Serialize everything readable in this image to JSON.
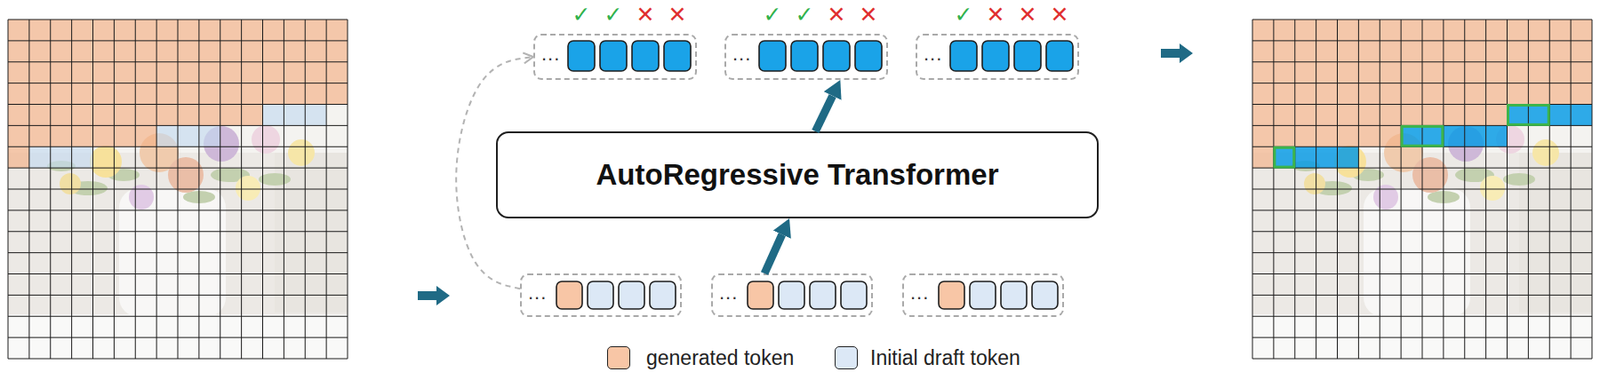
{
  "diagram": {
    "nodes": [
      {
        "text": [
          "..."
        ]
      },
      {
        "text": [
          "..."
        ]
      },
      {
        "text": [
          "..."
        ]
      },
      {
        "text": [
          "AutoRegressive Transformer"
        ]
      },
      {
        "text": [
          "..."
        ]
      },
      {
        "text": [
          "..."
        ]
      },
      {
        "text": [
          "..."
        ]
      }
    ],
    "edges": [
      {
        "from": 4,
        "to": 0,
        "arrow": "to"
      },
      {
        "from": 5,
        "to": 3,
        "arrow": "to"
      },
      {
        "from": 3,
        "to": 1,
        "arrow": "to"
      }
    ],
    "labels": [
      "✓",
      "✓",
      "✕",
      "✕",
      "✓",
      "✓",
      "✕",
      "✕",
      "✓",
      "✕",
      "✕",
      "✕"
    ],
    "legend": [
      {
        "text": "generated token",
        "color": "#f8c6a6"
      },
      {
        "text": "Initial draft token",
        "color": "#dce8f6"
      }
    ]
  }
}
